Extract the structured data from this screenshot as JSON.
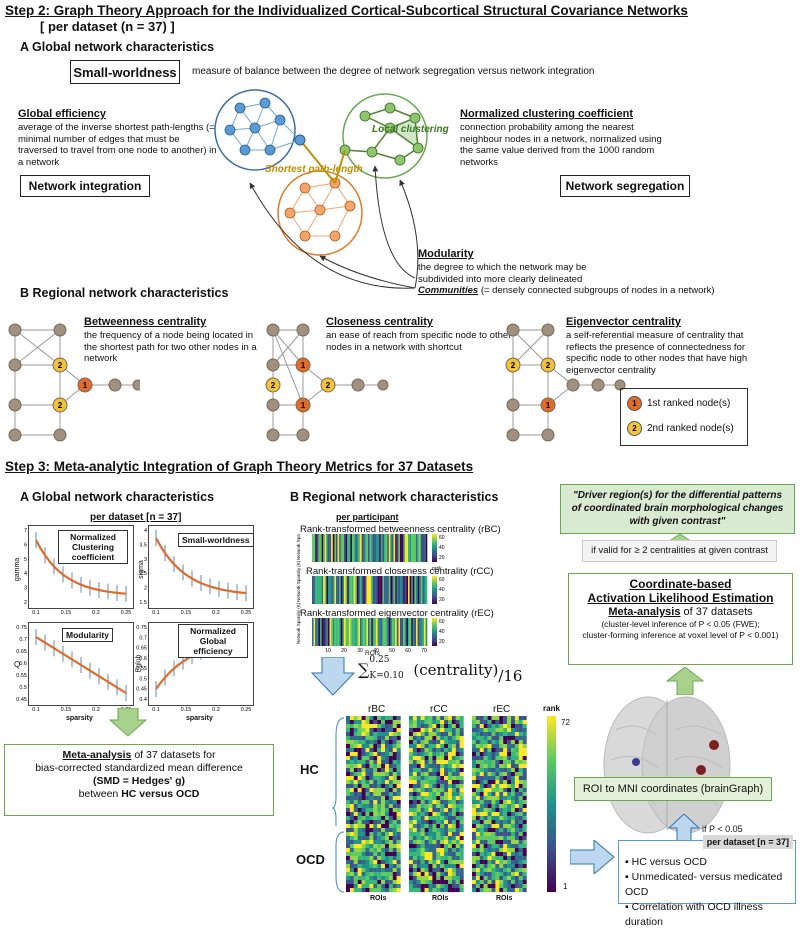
{
  "step2": {
    "title": "Step 2: Graph Theory Approach for the Individualized Cortical-Subcortical Structural Covariance Networks",
    "subtitle": "[ per dataset (n = 37) ]",
    "A": {
      "heading": "A   Global network characteristics",
      "smallworld_label": "Small-worldness",
      "smallworld_desc": "measure of balance between the degree of network segregation versus network integration",
      "global_eff_label": "Global efficiency",
      "global_eff_desc": "average of the inverse shortest path-lengths (= minimal number of edges that must be traversed to travel from one node to another) in a network",
      "network_integration": "Network integration",
      "network_segregation": "Network segregation",
      "ncc_label": "Normalized clustering coefficient",
      "ncc_desc": "connection probability among the nearest neighbour nodes in a network, normalized using the same value derived from the 1000 random networks",
      "local_clustering": "Local clustering",
      "shortest_path": "Shortest path-length",
      "modularity_label": "Modularity",
      "modularity_desc": "the degree to which the network may be subdivided into more clearly delineated",
      "communities": "Communities",
      "communities_desc": "(= densely connected subgroups of nodes in a network)"
    },
    "B": {
      "heading": "B   Regional network characteristics",
      "betweenness_label": "Betweenness centrality",
      "betweenness_desc": "the frequency of a node being located in the shortest path for two other nodes in a network",
      "closeness_label": "Closeness centrality",
      "closeness_desc": "an ease of reach from specific node to other nodes in a network with shortcut",
      "eigen_label": "Eigenvector centrality",
      "eigen_desc": "a self-referential measure of centrality that reflects the presence of connectedness for specific node to other nodes that have high eigenvector centrality",
      "legend1": "1st ranked node(s)",
      "legend2": "2nd ranked node(s)",
      "rank1": "1",
      "rank2": "2"
    }
  },
  "step3": {
    "title": "Step 3: Meta-analytic Integration of Graph Theory Metrics for 37 Datasets",
    "A": {
      "heading": "A   Global network characteristics",
      "per_dataset": "per dataset [n = 37]",
      "plots": [
        {
          "label": "Normalized Clustering coefficient",
          "ylabel": "gamma",
          "yticks": [
            "7",
            "6",
            "5",
            "4",
            "3",
            "2"
          ]
        },
        {
          "label": "Small-worldness",
          "ylabel": "sigma",
          "yticks": [
            "4",
            "3.5",
            "3",
            "2.5",
            "2",
            "1.5"
          ]
        },
        {
          "label": "Modularity",
          "ylabel": "Q",
          "yticks": [
            "0.75",
            "0.7",
            "0.65",
            "0.6",
            "0.55",
            "0.5",
            "0.45"
          ]
        },
        {
          "label": "Normalized Global efficiency",
          "ylabel": "Eglob",
          "yticks": [
            "0.75",
            "0.7",
            "0.65",
            "0.6",
            "0.55",
            "0.5",
            "0.45",
            "0.4"
          ]
        }
      ],
      "xticks": [
        "0.1",
        "0.15",
        "0.2",
        "0.25"
      ],
      "xlabel": "sparsity",
      "meta_box": {
        "line1a": "Meta-analysis",
        "line1b": " of 37 datasets for",
        "line2": "bias-corrected standardized mean difference",
        "line3": "(SMD = Hedges' g)",
        "line4a": "between ",
        "line4b": "HC versus OCD"
      }
    },
    "B": {
      "heading": "B   Regional network characteristics",
      "per_participant": "per participant",
      "hm_titles": [
        "Rank-transformed betweenness centrality (rBC)",
        "Rank-transformed closeness centrality (rCC)",
        "Rank-transformed eigenvector centrality (rEC)"
      ],
      "hm_ylabel": "Network Sparsity (K)",
      "cbar_ticks": [
        "60",
        "40",
        "20"
      ],
      "cbar_label": "rank",
      "xlabel": "ROIs",
      "xticks": [
        "10",
        "20",
        "30",
        "40",
        "50",
        "60",
        "70"
      ],
      "formula": "∑",
      "formula_sup": "0.25",
      "formula_sub": "K=0.10",
      "formula_body": "(centrality)",
      "formula_div": "/16",
      "col_labels": [
        "rBC",
        "rCC",
        "rEC"
      ],
      "row_labels": [
        "HC",
        "OCD"
      ],
      "cbar2_label": "rank",
      "cbar2_top": "72",
      "cbar2_bottom": "1",
      "roi_label": "ROIs"
    },
    "right": {
      "driver": "\"Driver region(s) for the differential patterns of coordinated brain morphological changes with given contrast\"",
      "if_valid": "if valid for ≥ 2 centralities at given contrast",
      "ale_title1": "Coordinate-based",
      "ale_title2": "Activation Likelihood Estimation",
      "ale_title3a": "Meta-analysis",
      "ale_title3b": " of 37 datasets",
      "ale_note1": "(cluster-level inference of P < 0.05 (FWE);",
      "ale_note2": "cluster-forming inference at voxel level of P < 0.001)",
      "roi_mni": "ROI to MNI coordinates (brainGraph)",
      "if_p": "if P < 0.05",
      "per_dataset": "per dataset [n = 37]",
      "bullets": [
        "HC versus OCD",
        "Unmedicated- versus medicated OCD",
        "Correlation with OCD illness duration"
      ]
    }
  }
}
